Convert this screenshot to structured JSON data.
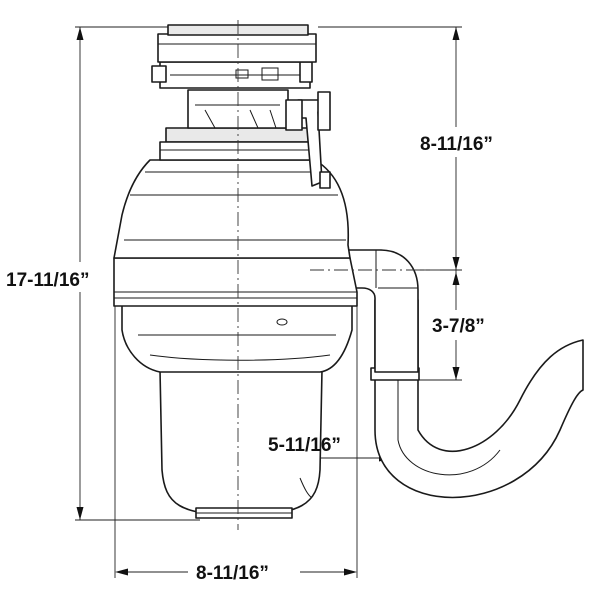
{
  "diagram": {
    "labels": {
      "overall_height": "17-11/16”",
      "top_to_inlet": "8-11/16”",
      "inlet_to_outlet": "3-7/8”",
      "center_to_outlet": "5-11/16”",
      "body_width": "8-11/16”"
    }
  }
}
